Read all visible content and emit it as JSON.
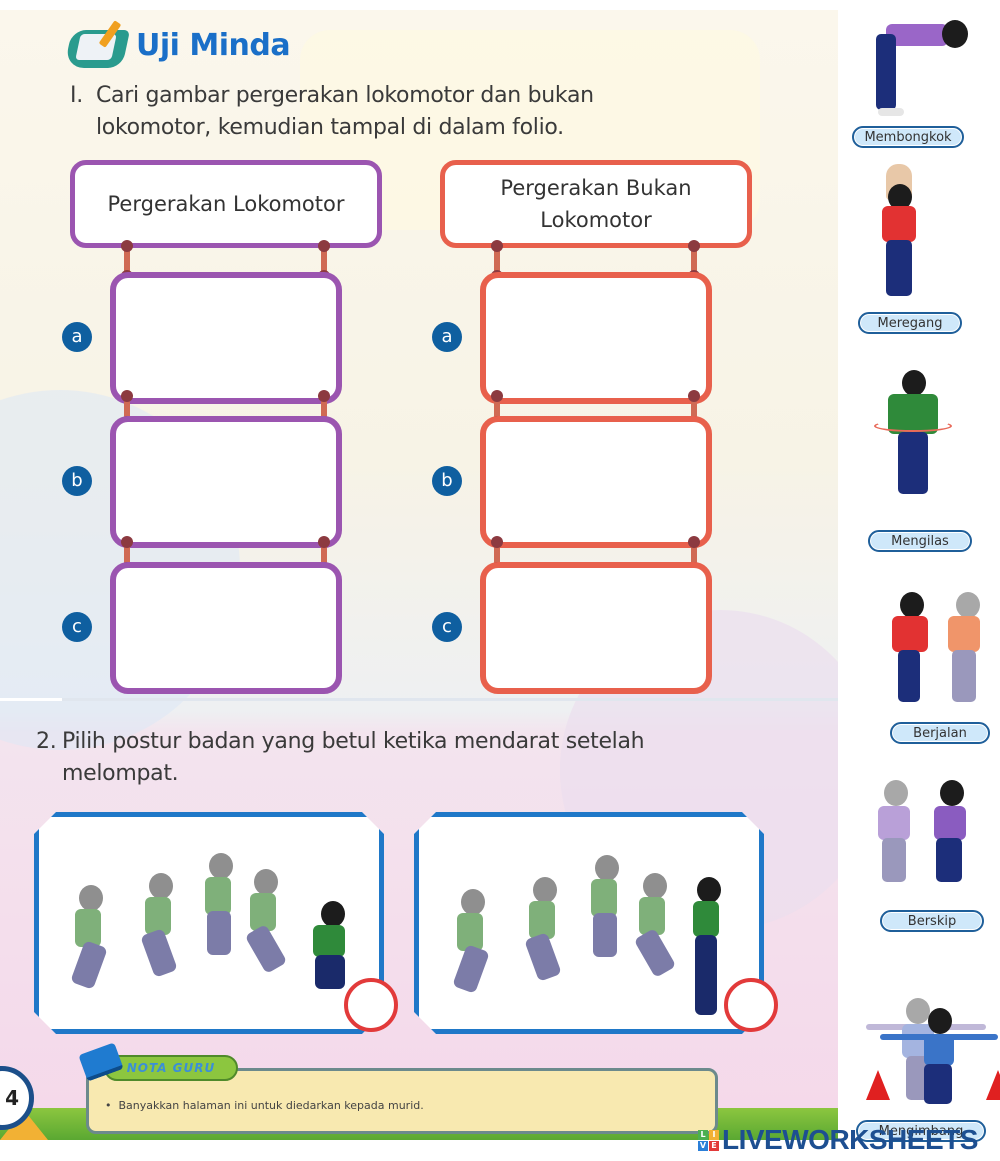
{
  "header": {
    "title": "Uji Minda",
    "title_icon": "notepad-pencil-icon"
  },
  "question1": {
    "number": "I.",
    "line1": "Cari gambar pergerakan lokomotor dan bukan",
    "line2": "lokomotor, kemudian tampal di dalam folio.",
    "columns": [
      {
        "heading": "Pergerakan Lokomotor",
        "color": "#9b55b0",
        "slots": [
          {
            "label": "a",
            "value": ""
          },
          {
            "label": "b",
            "value": ""
          },
          {
            "label": "c",
            "value": ""
          }
        ]
      },
      {
        "heading_line1": "Pergerakan Bukan",
        "heading_line2": "Lokomotor",
        "color": "#e8604c",
        "slots": [
          {
            "label": "a",
            "value": ""
          },
          {
            "label": "b",
            "value": ""
          },
          {
            "label": "c",
            "value": ""
          }
        ]
      }
    ]
  },
  "question2": {
    "number": "2.",
    "line1": "Pilih postur badan yang betul ketika mendarat setelah",
    "line2": "melompat.",
    "options": [
      {
        "description": "jump sequence ending in squat landing",
        "answer": ""
      },
      {
        "description": "jump sequence ending in straight standing landing",
        "answer": ""
      }
    ],
    "panel_border_color": "#1f78c8",
    "circle_color": "#e23a3a"
  },
  "nota_guru": {
    "tag": "NOTA GURU",
    "bullet": "•",
    "text": "Banyakkan halaman ini untuk diedarkan kepada murid."
  },
  "page_number": "4",
  "sidebar": {
    "cards": [
      {
        "label": "Membongkok",
        "shirt": "#9a66c8"
      },
      {
        "label": "Meregang",
        "shirt": "#e23232"
      },
      {
        "label": "Mengilas",
        "shirt": "#2f8a3a"
      },
      {
        "label": "Berjalan",
        "shirt": "#e23232"
      },
      {
        "label": "Berskip",
        "shirt": "#8a5cc0"
      },
      {
        "label": "Mengimbang",
        "shirt": "#3a74c8"
      }
    ]
  },
  "watermark": {
    "logo_letters": [
      "L",
      "I",
      "V",
      "E"
    ],
    "text": "LIVEWORKSHEETS"
  }
}
